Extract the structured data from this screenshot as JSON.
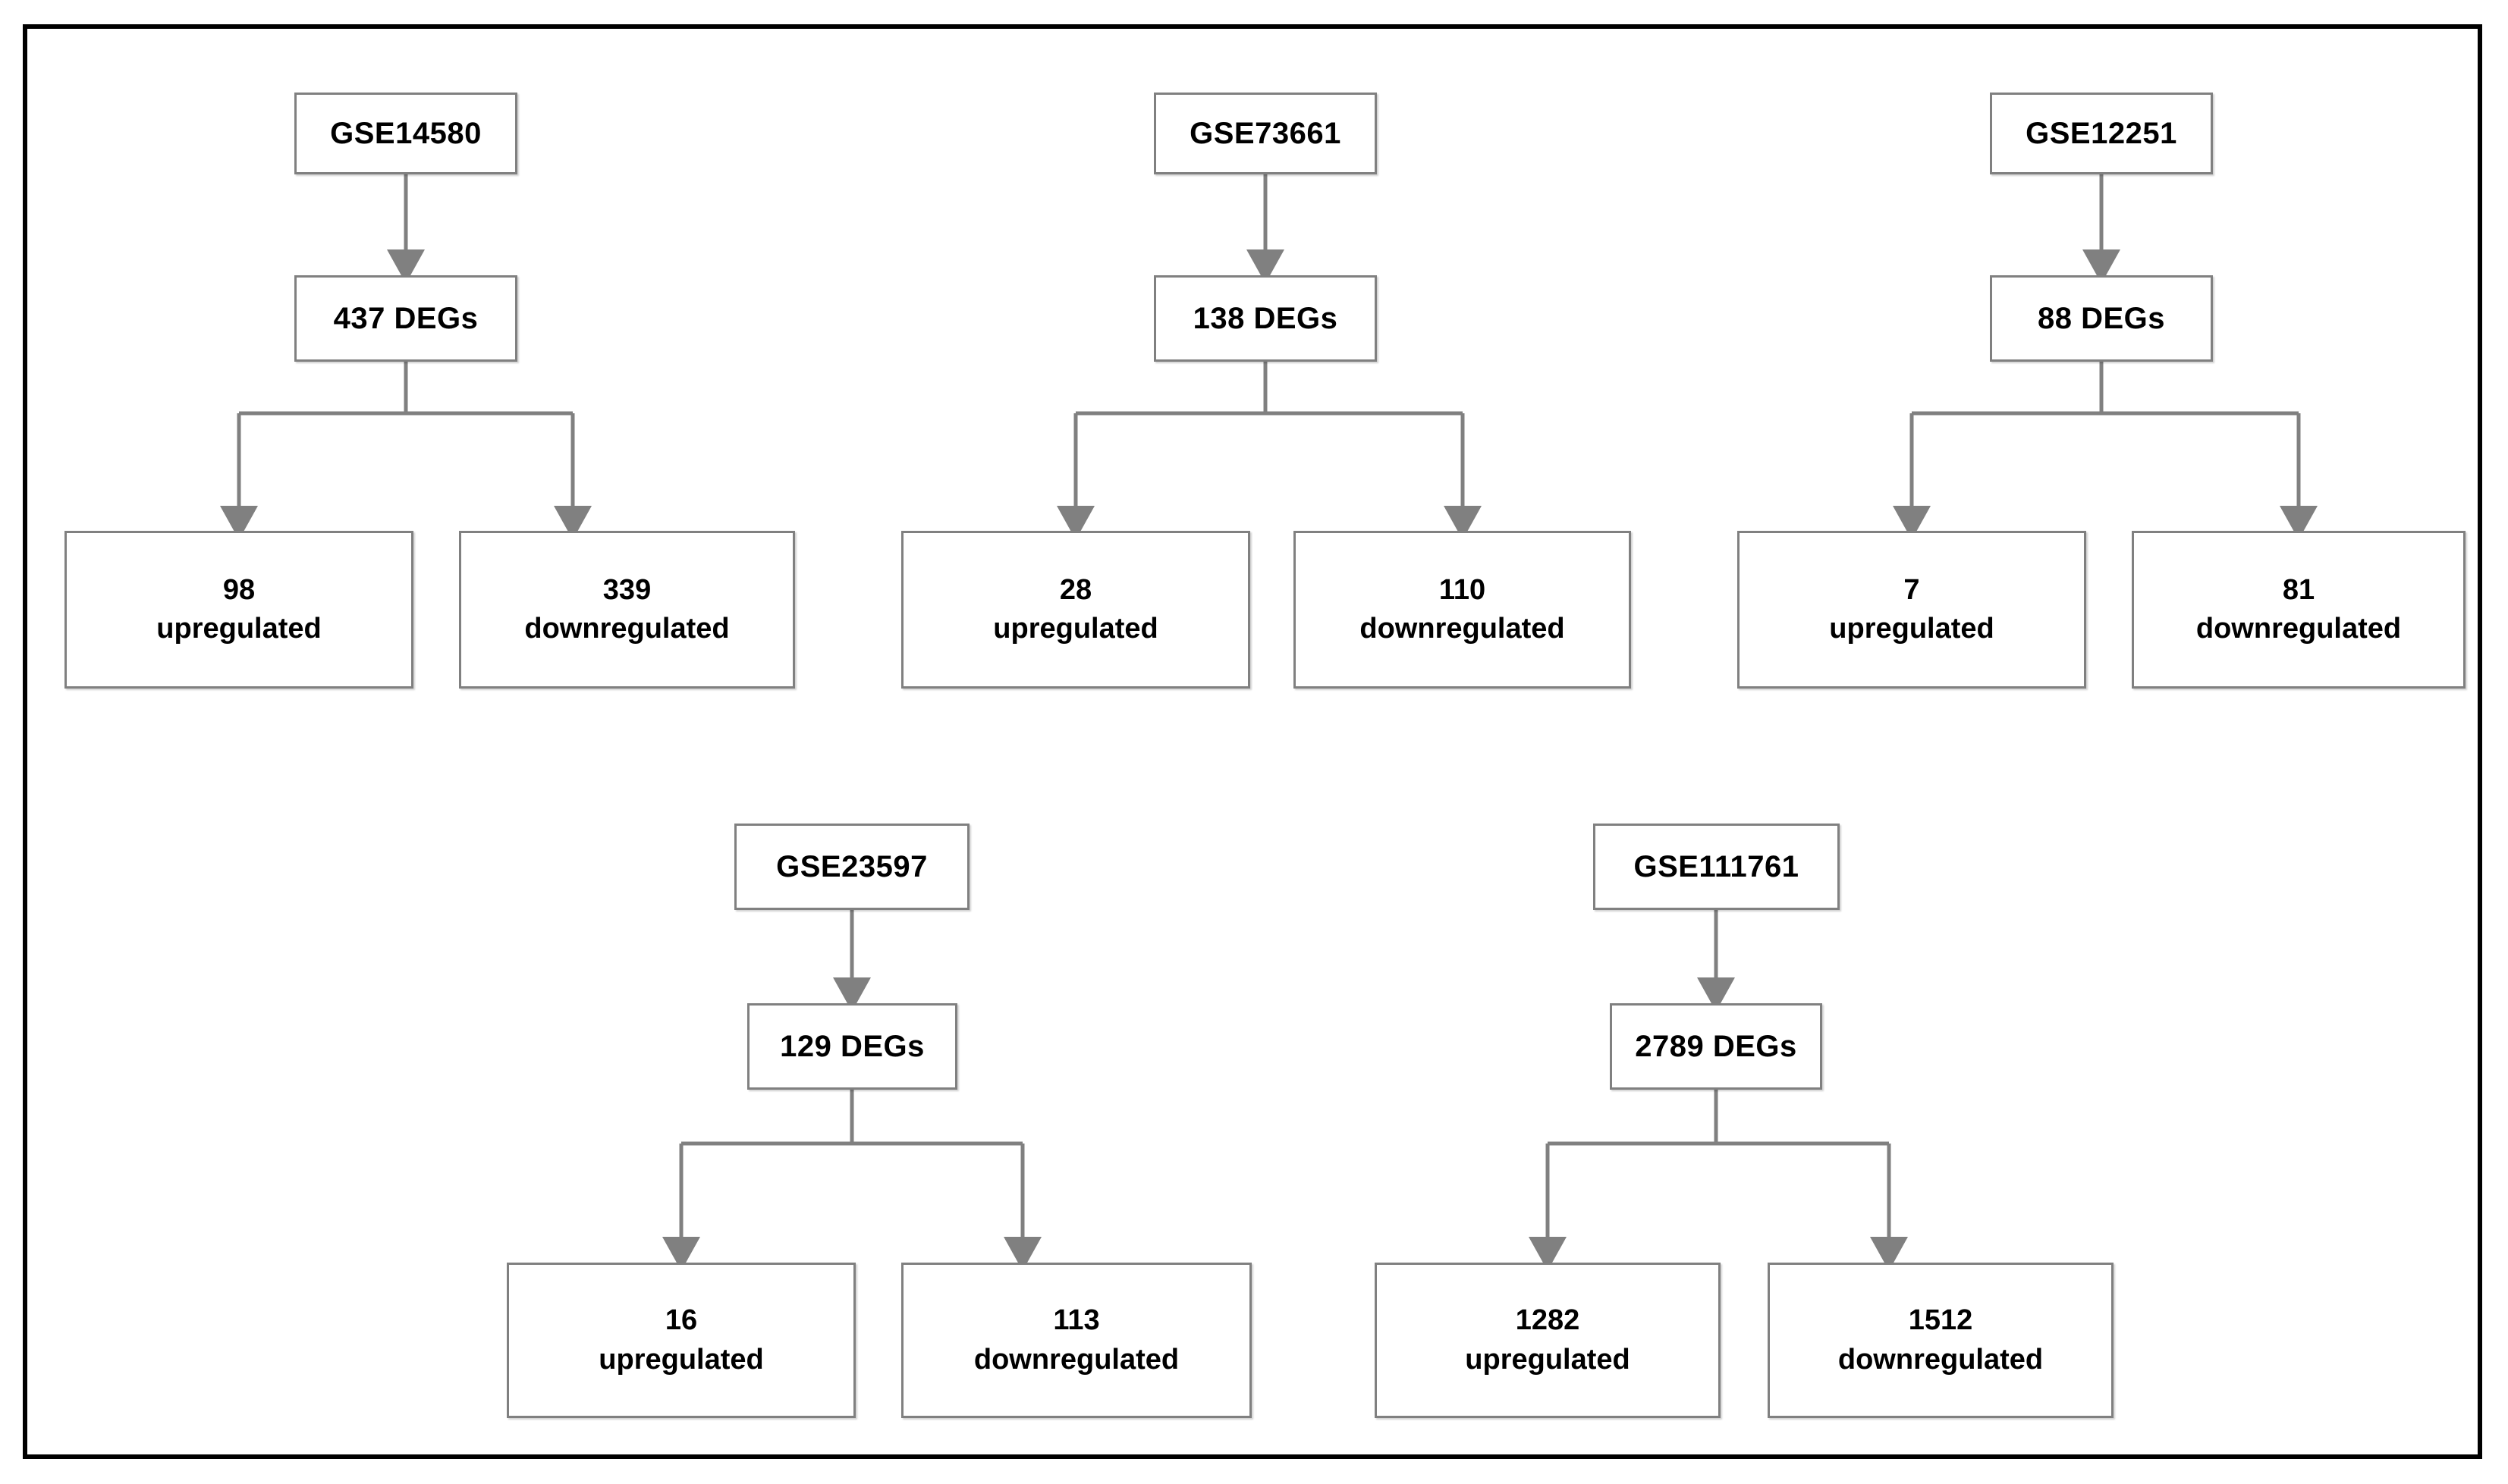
{
  "figure": {
    "type": "flowchart",
    "description": "DEG identification flowchart across six GEO datasets",
    "border_color": "#000000",
    "box_border_color": "#808080",
    "connector_color": "#808080",
    "text_color": "#000000",
    "background": "#ffffff"
  },
  "labels": {
    "upregulated": "upregulated",
    "downregulated": "downregulated"
  },
  "groups": [
    {
      "id": "gse14580",
      "dataset": "GSE14580",
      "degs": "437 DEGs",
      "deg_count": 437,
      "up": {
        "count": "98",
        "label": "upregulated"
      },
      "down": {
        "count": "339",
        "label": "downregulated"
      }
    },
    {
      "id": "gse73661",
      "dataset": "GSE73661",
      "degs": "138 DEGs",
      "deg_count": 138,
      "up": {
        "count": "28",
        "label": "upregulated"
      },
      "down": {
        "count": "110",
        "label": "downregulated"
      }
    },
    {
      "id": "gse12251",
      "dataset": "GSE12251",
      "degs": "88 DEGs",
      "deg_count": 88,
      "up": {
        "count": "7",
        "label": "upregulated"
      },
      "down": {
        "count": "81",
        "label": "downregulated"
      }
    },
    {
      "id": "gse23597",
      "dataset": "GSE23597",
      "degs": "129 DEGs",
      "deg_count": 129,
      "up": {
        "count": "16",
        "label": "upregulated"
      },
      "down": {
        "count": "113",
        "label": "downregulated"
      }
    },
    {
      "id": "gse111761",
      "dataset": "GSE111761",
      "degs": "2789 DEGs",
      "deg_count": 2789,
      "up": {
        "count": "1282",
        "label": "upregulated"
      },
      "down": {
        "count": "1512",
        "label": "downregulated"
      }
    }
  ]
}
